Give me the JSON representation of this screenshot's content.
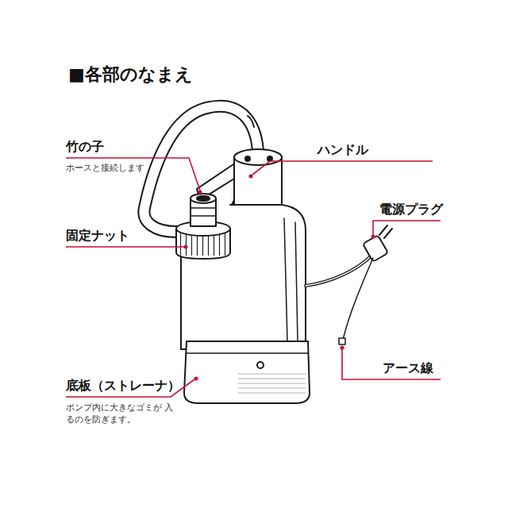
{
  "diagram": {
    "title": "■各部のなまえ",
    "labels": [
      "竹の子",
      "ホースと接続します",
      "固定ナット",
      "底板（ストレーナ）",
      "ポンプ内に大きなゴミが 入るのを防ぎます。",
      "ハンドル",
      "電源プラグ",
      "アース線"
    ]
  }
}
